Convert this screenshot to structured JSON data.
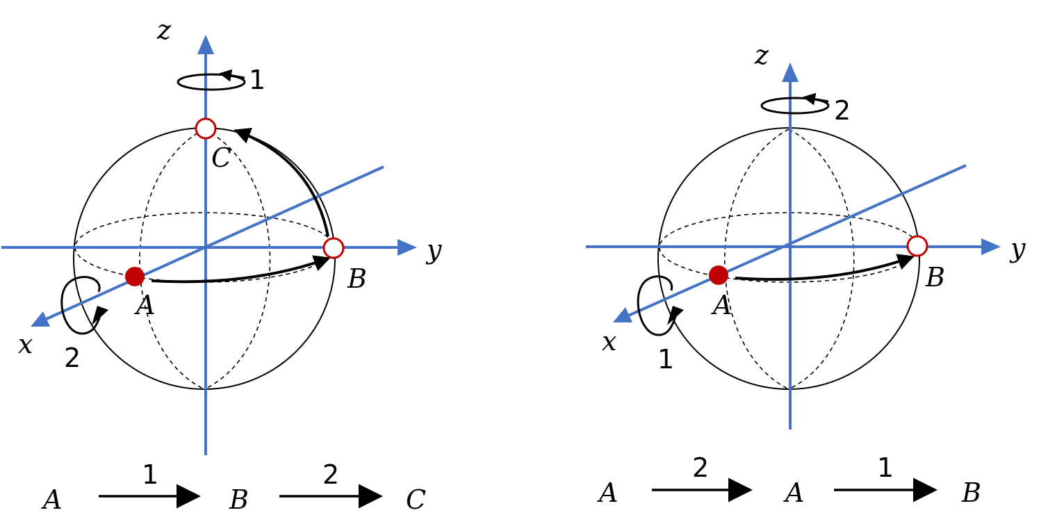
{
  "colors": {
    "axis": "#4472C4",
    "point": "#C00000",
    "line": "#000000"
  },
  "left_diagram": {
    "axis_labels": {
      "x": "x",
      "y": "y",
      "z": "z"
    },
    "points": {
      "A": "A",
      "B": "B",
      "C": "C"
    },
    "rotation_z_order": "1",
    "rotation_x_order": "2",
    "sequence": {
      "start": "A",
      "step1_label": "1",
      "mid": "B",
      "step2_label": "2",
      "end": "C"
    }
  },
  "right_diagram": {
    "axis_labels": {
      "x": "x",
      "y": "y",
      "z": "z"
    },
    "points": {
      "A": "A",
      "B": "B"
    },
    "rotation_z_order": "2",
    "rotation_x_order": "1",
    "sequence": {
      "start": "A",
      "step1_label": "2",
      "mid": "A",
      "step2_label": "1",
      "end": "B"
    }
  }
}
